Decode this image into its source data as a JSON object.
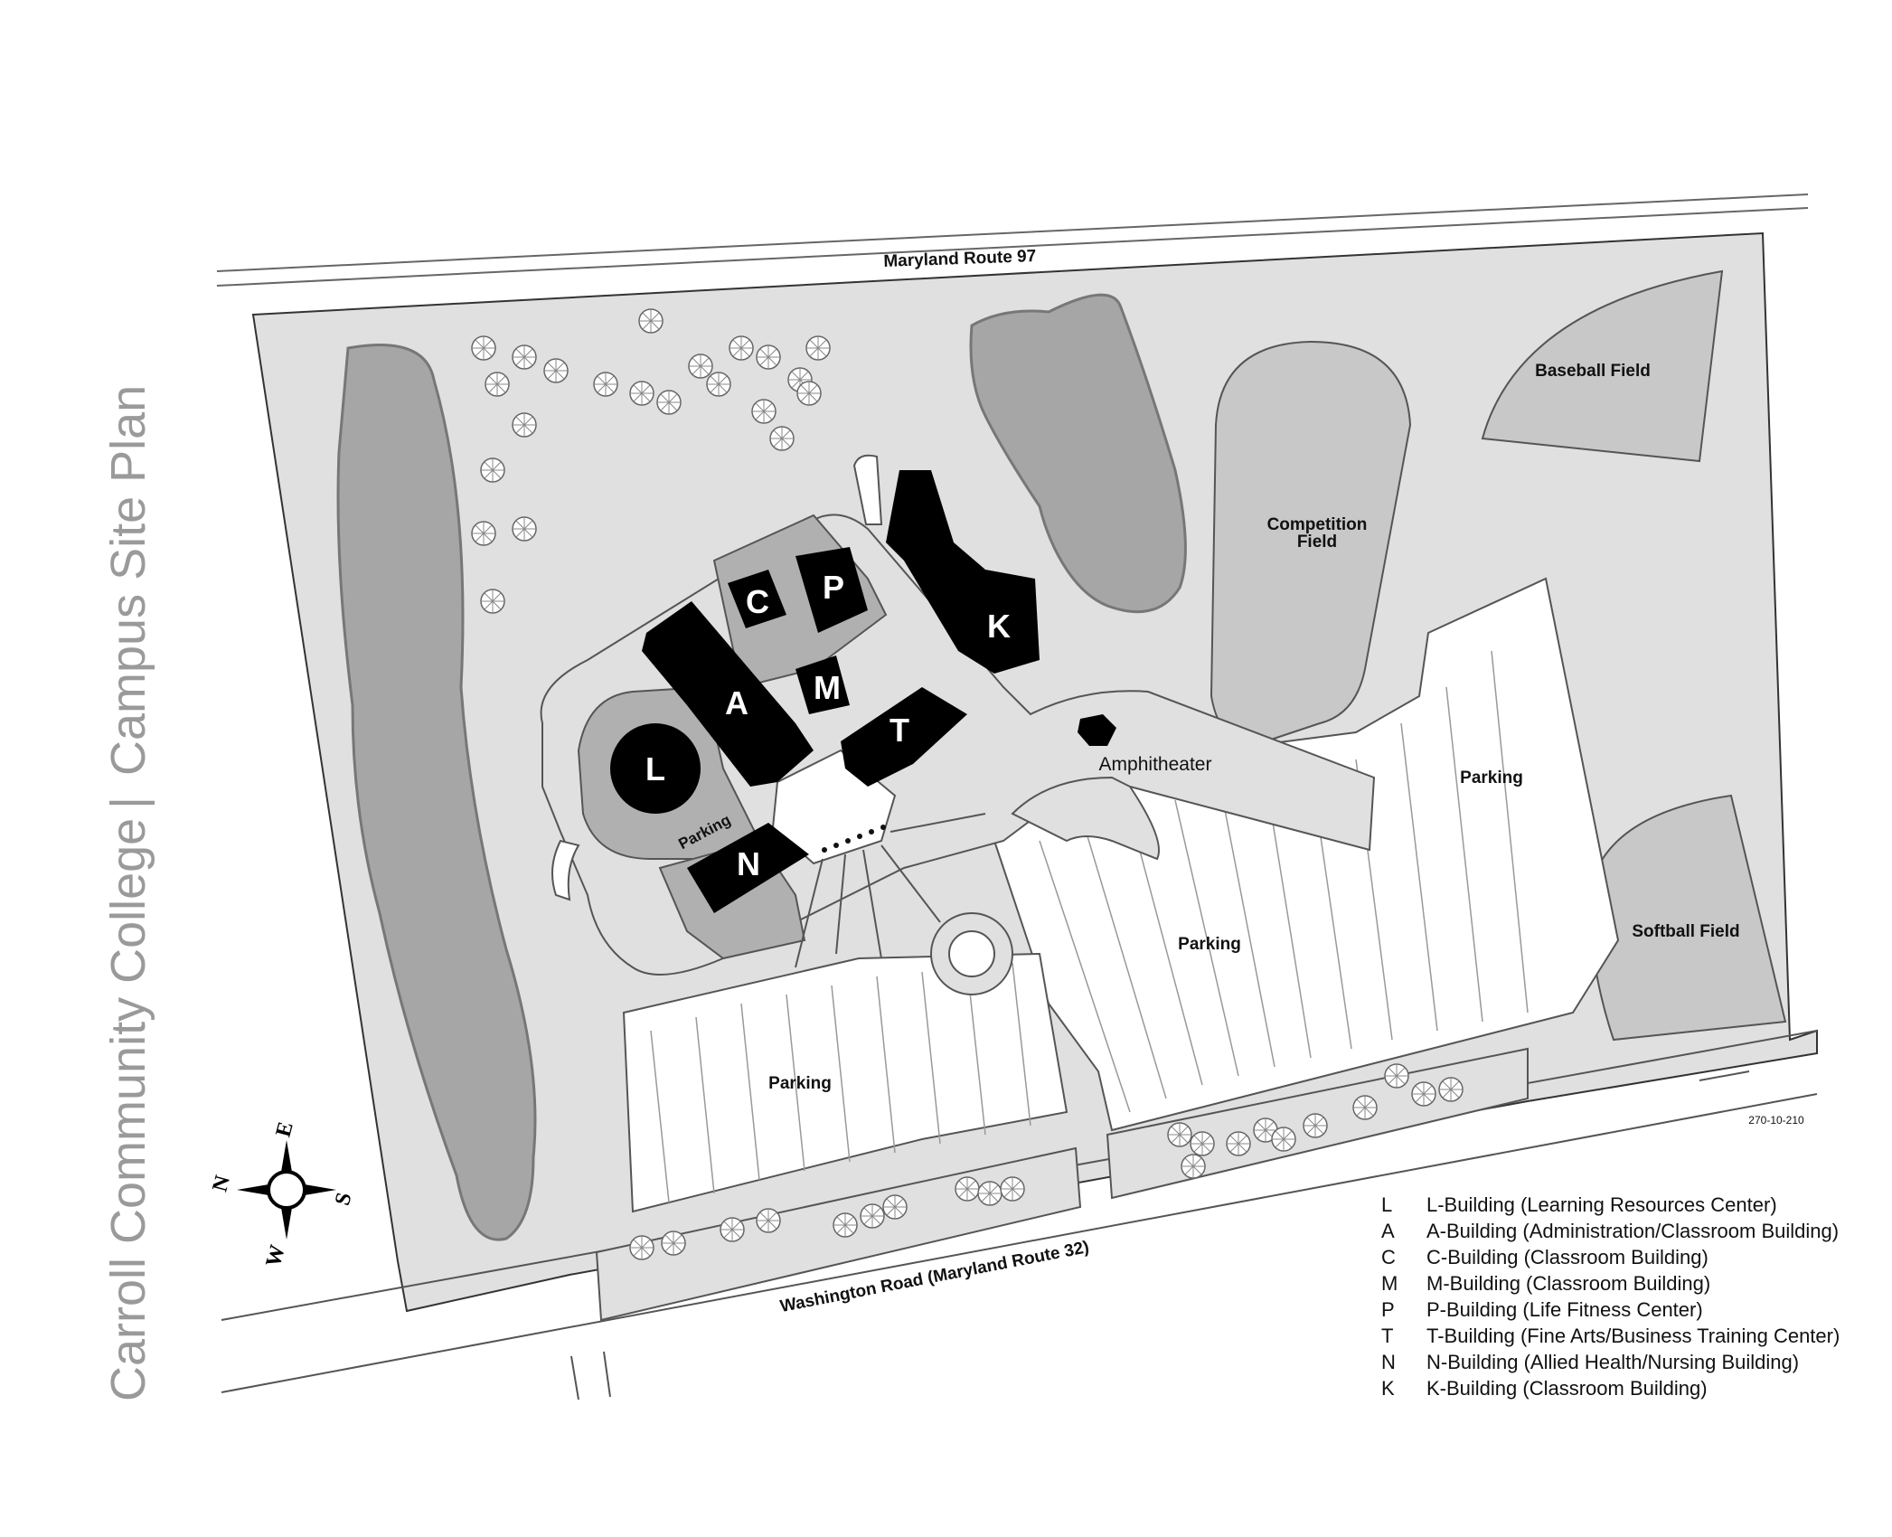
{
  "side_title": {
    "college": "Carroll Community College",
    "separator": "|",
    "subtitle": "Campus Site Plan"
  },
  "roads": {
    "north": "Maryland Route 97",
    "south": "Washington Road (Maryland Route 32)"
  },
  "fields": {
    "baseball": "Baseball Field",
    "competition_line1": "Competition",
    "competition_line2": "Field",
    "softball": "Softball Field"
  },
  "labels": {
    "amphitheater": "Amphitheater",
    "parking_small": "Parking",
    "parking_east": "Parking",
    "parking_center": "Parking",
    "parking_west": "Parking"
  },
  "buildings": {
    "L": "L",
    "A": "A",
    "C": "C",
    "P": "P",
    "M": "M",
    "T": "T",
    "N": "N",
    "K": "K"
  },
  "compass": {
    "n": "N",
    "e": "E",
    "s": "S",
    "w": "W"
  },
  "drawing_number": "270-10-210",
  "legend": [
    {
      "key": "L",
      "text": "L-Building (Learning Resources Center)"
    },
    {
      "key": "A",
      "text": "A-Building (Administration/Classroom Building)"
    },
    {
      "key": "C",
      "text": "C-Building (Classroom Building)"
    },
    {
      "key": "M",
      "text": "M-Building (Classroom Building)"
    },
    {
      "key": "P",
      "text": "P-Building (Life Fitness Center)"
    },
    {
      "key": "T",
      "text": "T-Building (Fine Arts/Business Training Center)"
    },
    {
      "key": "N",
      "text": "N-Building (Allied Health/Nursing Building)"
    },
    {
      "key": "K",
      "text": "K-Building (Classroom Building)"
    }
  ],
  "colors": {
    "ground": "#e0e0e0",
    "woods": "#a6a6a6",
    "fields": "#c8c8c8",
    "courtyard": "#b0b0b0",
    "buildings": "#000000",
    "lines": "#555555",
    "title": "#9a9a9a"
  }
}
